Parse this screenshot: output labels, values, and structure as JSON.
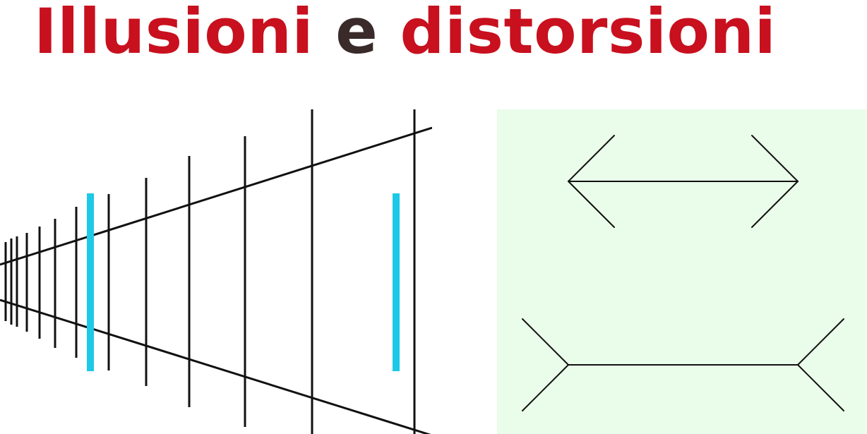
{
  "title": {
    "word1": "Illusioni",
    "word2": "e",
    "word3": "distorsioni"
  },
  "colors": {
    "accent": "#c8101e",
    "dark": "#3a2a2a",
    "highlight": "#1ec8e8",
    "panel_bg": "#eafcea",
    "line": "#111111"
  },
  "figures": {
    "left": "ponzo-illusion",
    "right": "muller-lyer-illusion"
  }
}
